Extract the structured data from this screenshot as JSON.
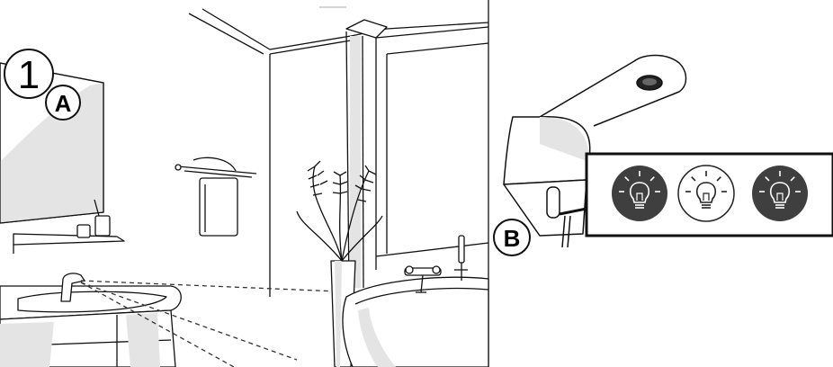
{
  "callouts": {
    "step": "1",
    "a": "A",
    "b": "B"
  },
  "light_indicators": [
    {
      "name": "bulb-dark-left",
      "style": "filled",
      "color": "#3f3f3f"
    },
    {
      "name": "bulb-light-middle",
      "style": "outline",
      "color": "#ffffff"
    },
    {
      "name": "bulb-dark-right",
      "style": "filled",
      "color": "#3f3f3f"
    }
  ],
  "colors": {
    "line": "#111111",
    "shade": "#e4e4e4",
    "bulb_dark": "#3f3f3f",
    "panel_border": "#111111"
  }
}
